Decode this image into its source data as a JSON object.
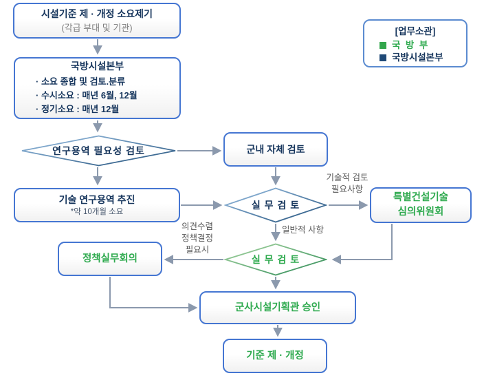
{
  "colors": {
    "box_border": "#4576d2",
    "navy_text": "#17365d",
    "green_text": "#2faa4f",
    "gray_label": "#595959",
    "arrow": "#8b99ad",
    "legend_green": "#33a64c",
    "legend_navy": "#1f4977"
  },
  "legend": {
    "title": "[업무소관]",
    "items": [
      {
        "name": "ministry-of-defense",
        "label": "국  방  부",
        "color": "#33a64c"
      },
      {
        "name": "defense-installations-agency",
        "label": "국방시설본부",
        "color": "#1f4977"
      }
    ]
  },
  "nodes": {
    "demand": {
      "title": "시설기준 제 · 개정 소요제기",
      "subtitle": "(각급 부대 및 기관)"
    },
    "hq": {
      "title": "국방시설본부",
      "bullets": [
        "· 소요 종합 및 검토.분류",
        "· 수시소요 : 매년 6월, 12월",
        "· 정기소요 : 매년 12월"
      ]
    },
    "research_need": {
      "label": "연구용역 필요성 검토"
    },
    "internal_review": {
      "label": "군내 자체 검토"
    },
    "tech_research": {
      "title": "기술 연구용역 추진",
      "subtitle": "*약 10개월 소요"
    },
    "working_review_1": {
      "label": "실 무 검 토"
    },
    "special_committee": {
      "label": "특별건설기술\n심의위원회"
    },
    "working_review_2": {
      "label": "실 무 검 토"
    },
    "policy_meeting": {
      "label": "정책실무회의"
    },
    "approval": {
      "label": "군사시설기획관 승인"
    },
    "result": {
      "label": "기준 제 · 개정"
    }
  },
  "edge_labels": {
    "technical": "기술적 검토\n필요사항",
    "general": "일반적 사항",
    "opinion": "의견수렴\n정책결정\n필요시"
  }
}
